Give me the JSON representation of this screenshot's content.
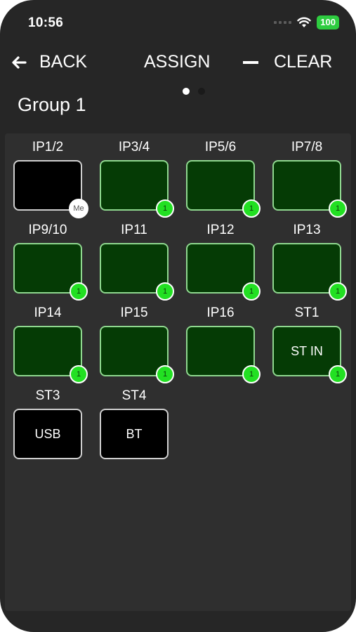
{
  "status": {
    "time": "10:56",
    "battery": "100"
  },
  "nav": {
    "back": "BACK",
    "assign": "ASSIGN",
    "clear": "CLEAR"
  },
  "pager": {
    "count": 2,
    "active": 0
  },
  "group_title": "Group 1",
  "channels": [
    {
      "label": "IP1/2",
      "text": "",
      "style": "black",
      "badge": "Me"
    },
    {
      "label": "IP3/4",
      "text": "",
      "style": "green",
      "badge": "1"
    },
    {
      "label": "IP5/6",
      "text": "",
      "style": "green",
      "badge": "1"
    },
    {
      "label": "IP7/8",
      "text": "",
      "style": "green",
      "badge": "1"
    },
    {
      "label": "IP9/10",
      "text": "",
      "style": "green",
      "badge": "1"
    },
    {
      "label": "IP11",
      "text": "",
      "style": "green",
      "badge": "1"
    },
    {
      "label": "IP12",
      "text": "",
      "style": "green",
      "badge": "1"
    },
    {
      "label": "IP13",
      "text": "",
      "style": "green",
      "badge": "1"
    },
    {
      "label": "IP14",
      "text": "",
      "style": "green",
      "badge": "1"
    },
    {
      "label": "IP15",
      "text": "",
      "style": "green",
      "badge": "1"
    },
    {
      "label": "IP16",
      "text": "",
      "style": "green",
      "badge": "1"
    },
    {
      "label": "ST1",
      "text": "ST IN",
      "style": "green",
      "badge": "1"
    },
    {
      "label": "ST3",
      "text": "USB",
      "style": "black",
      "badge": ""
    },
    {
      "label": "ST4",
      "text": "BT",
      "style": "black",
      "badge": ""
    }
  ]
}
